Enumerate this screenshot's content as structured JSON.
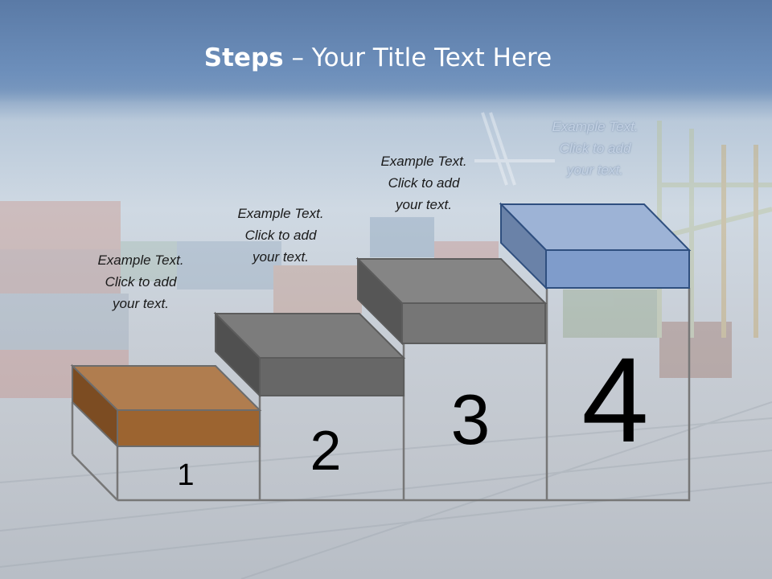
{
  "title": {
    "bold": "Steps",
    "rest": " – Your Title Text Here"
  },
  "steps": [
    {
      "number": "1",
      "caption": "Example Text.\nClick  to add\nyour text.",
      "color": "#9c6a3b"
    },
    {
      "number": "2",
      "caption": "Example Text.\nClick  to add\nyour text.",
      "color": "#6e6e6e"
    },
    {
      "number": "3",
      "caption": "Example Text.\nClick  to add\nyour text.",
      "color": "#767676"
    },
    {
      "number": "4",
      "caption": "Example Text.\nClick  to add\nyour text.",
      "color": "#7d98c3"
    }
  ]
}
